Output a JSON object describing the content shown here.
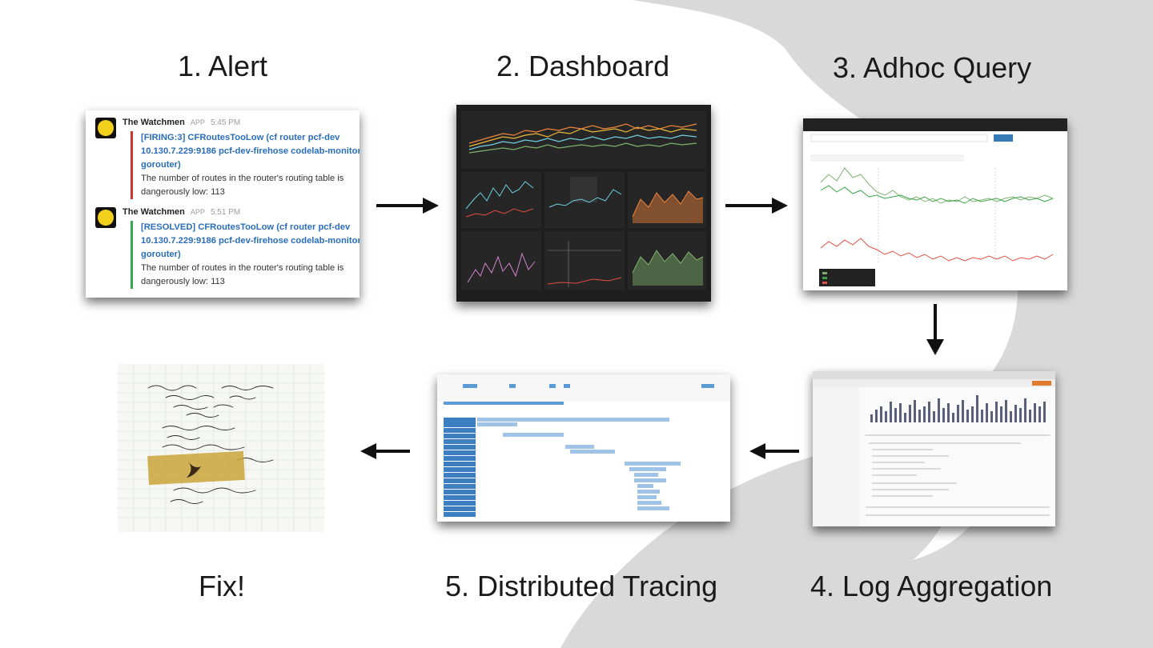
{
  "steps": {
    "alert": "1. Alert",
    "dashboard": "2. Dashboard",
    "adhoc": "3. Adhoc Query",
    "logs": "4. Log Aggregation",
    "tracing": "5. Distributed Tracing",
    "fix": "Fix!"
  },
  "alert_card": {
    "messages": [
      {
        "sender": "The Watchmen",
        "badge": "APP",
        "time": "5:45 PM",
        "title": "[FIRING:3] CFRoutesTooLow (cf router pcf-dev 10.130.7.229:9186 pcf-dev-firehose codelab-monitor gorouter)",
        "text": "The number of routes in the router's routing table is dangerously low: 113",
        "status_color": "#d0342c"
      },
      {
        "sender": "The Watchmen",
        "badge": "APP",
        "time": "5:51 PM",
        "title": "[RESOLVED] CFRoutesTooLow (cf router pcf-dev 10.130.7.229:9186 pcf-dev-firehose codelab-monitor gorouter)",
        "text": "The number of routes in the router's routing table is dangerously low: 113",
        "status_color": "#36a64f"
      }
    ]
  },
  "colors": {
    "swoosh": "#d9d9d9",
    "dashboard_bg": "#1e1e1e",
    "series_green": "#7eb26d",
    "series_yellow": "#eab839",
    "series_orange": "#ef843c",
    "series_cyan": "#6ed0e0",
    "series_pink": "#d683ce",
    "series_red": "#e24d42",
    "trace_blue": "#9ec3e6"
  },
  "icons": {
    "arrow": "arrow-icon",
    "avatar": "smiley-face-icon"
  }
}
